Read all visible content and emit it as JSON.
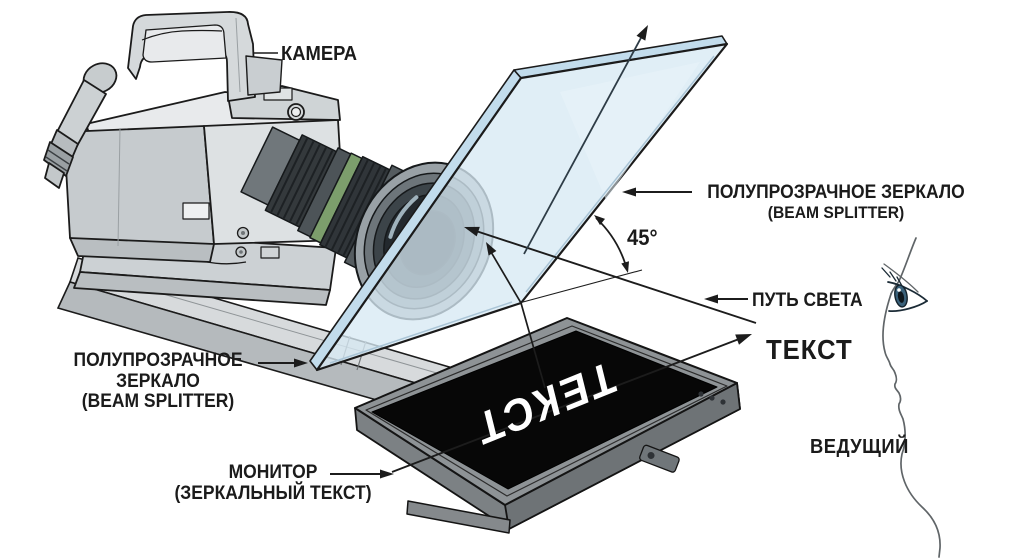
{
  "labels": {
    "camera": "КАМЕРА",
    "beam_splitter_right": {
      "line1": "ПОЛУПРОЗРАЧНОЕ ЗЕРКАЛО",
      "line2": "(BEAM SPLITTER)"
    },
    "angle": "45°",
    "light_path": "ПУТЬ СВЕТА",
    "reflected_text": "ТЕКСТ",
    "beam_splitter_left": {
      "line1": "ПОЛУПРОЗРАЧНОЕ",
      "line2": "ЗЕРКАЛО",
      "line3": "(BEAM SPLITTER)"
    },
    "monitor": {
      "line1": "МОНИТОР",
      "line2": "(ЗЕРКАЛЬНЫЙ ТЕКСТ)"
    },
    "presenter": "ВЕДУЩИЙ",
    "monitor_screen_text": "ТЕКСТ"
  },
  "colors": {
    "background": "#ffffff",
    "outline": "#1b1b1b",
    "glass": "#d7e9f4",
    "glass_edge": "#c2dcec",
    "lens_green_ring": "#7c9e6c",
    "monitor_screen": "#070707",
    "monitor_bezel": "#8e9396",
    "eye_iris": "#3a617a"
  }
}
